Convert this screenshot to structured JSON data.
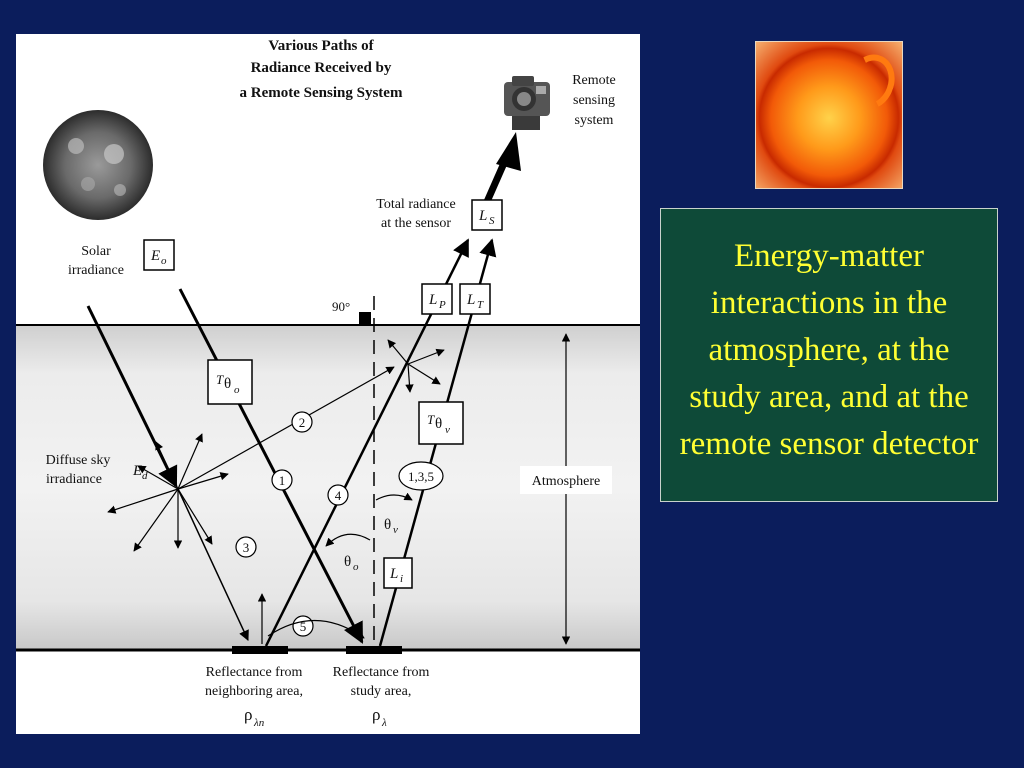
{
  "diagram": {
    "title_lines": [
      "Various Paths of",
      "Radiance Received by",
      "a Remote Sensing System"
    ],
    "sensor_label_lines": [
      "Remote",
      "sensing",
      "system"
    ],
    "total_radiance_lines": [
      "Total radiance",
      "at the sensor"
    ],
    "solar_irradiance_lines": [
      "Solar",
      "irradiance"
    ],
    "diffuse_lines": [
      "Diffuse sky",
      "irradiance"
    ],
    "atmosphere_label": "Atmosphere",
    "angle_90": "90°",
    "symbols": {
      "Eo": "E",
      "Eo_sub": "o",
      "Ls": "L",
      "Ls_sub": "S",
      "Lp": "L",
      "Lp_sub": "P",
      "Lt": "L",
      "Lt_sub": "T",
      "Li": "L",
      "Li_sub": "i",
      "T_theta_o": "T",
      "T_theta_o_sym": "θ",
      "T_theta_o_sub": "o",
      "T_theta_v": "T",
      "T_theta_v_sym": "θ",
      "T_theta_v_sub": "v",
      "Ed": "E",
      "Ed_sub": "d",
      "theta_v": "θ",
      "theta_v_sub": "v",
      "theta_o": "θ",
      "theta_o_sub": "o"
    },
    "path_numbers": [
      "1",
      "2",
      "3",
      "4",
      "5"
    ],
    "path_combined": "1,3,5",
    "reflectance_neighbor_lines": [
      "Reflectance from",
      "neighboring area,"
    ],
    "reflectance_neighbor_symbol": "ρ",
    "reflectance_neighbor_sub": "λn",
    "reflectance_study_lines": [
      "Reflectance from",
      "study area,"
    ],
    "reflectance_study_symbol": "ρ",
    "reflectance_study_sub": "λ"
  },
  "caption": {
    "text": "Energy-matter interactions in the atmosphere, at the study area, and at the remote sensor detector",
    "color": "#ffff33",
    "background": "#0e4a38"
  },
  "colors": {
    "slide_background": "#0b1d5c"
  },
  "icons": {
    "sun_image": "sun-image",
    "sensor": "camera-icon",
    "diagram_sun": "sun-grayscale-image"
  }
}
